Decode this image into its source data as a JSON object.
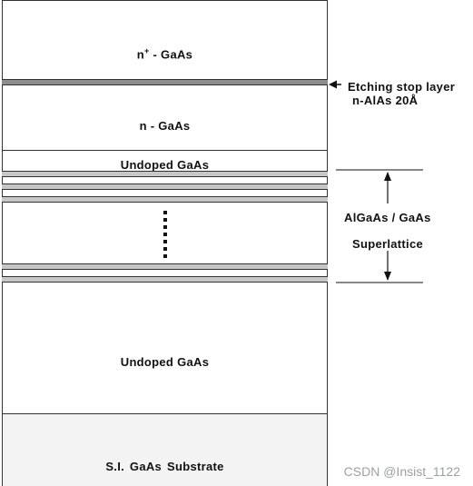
{
  "layers": {
    "n_plus_gaas": {
      "prefix": "n",
      "sup": "+",
      "suffix": " - GaAs"
    },
    "n_gaas": "n - GaAs",
    "undoped_top": "Undoped GaAs",
    "undoped_bottom": "Undoped GaAs",
    "substrate": "S.I. GaAs    Substrate"
  },
  "annotations": {
    "etch_line1": "Etching stop layer",
    "etch_line2": "n-AlAs 20Å",
    "superlattice_line1": "AlGaAs / GaAs",
    "superlattice_line2": "Superlattice"
  },
  "watermark": "CSDN @Insist_1122"
}
